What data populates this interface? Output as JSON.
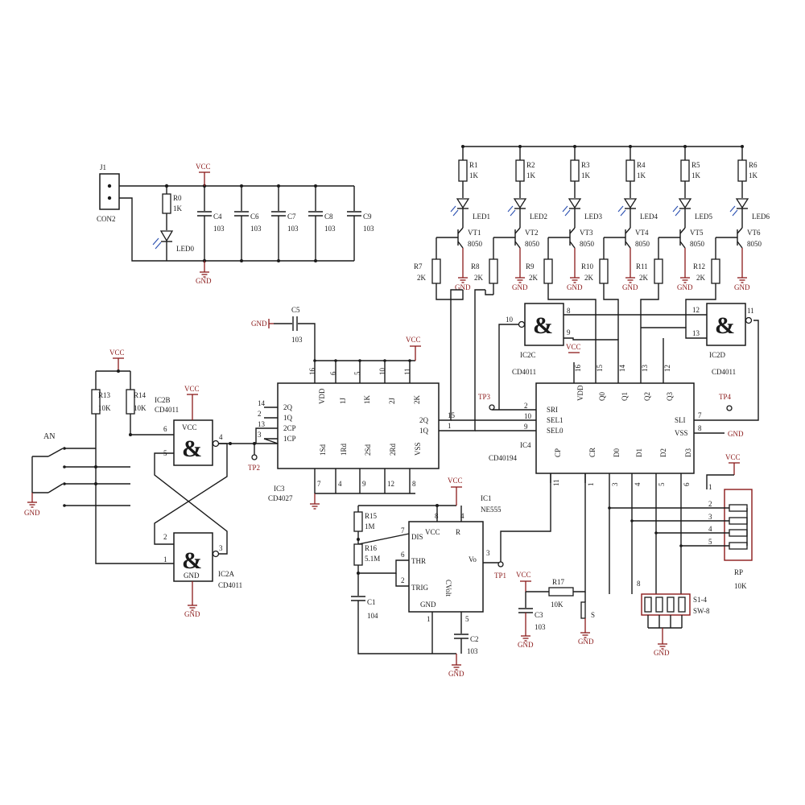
{
  "power": {
    "connector_ref": "J1",
    "connector_name": "CON2",
    "vcc": "VCC",
    "gnd": "GND",
    "r0": {
      "ref": "R0",
      "value": "1K"
    },
    "led0": "LED0",
    "caps": [
      {
        "ref": "C4",
        "value": "103"
      },
      {
        "ref": "C6",
        "value": "103"
      },
      {
        "ref": "C7",
        "value": "103"
      },
      {
        "ref": "C8",
        "value": "103"
      },
      {
        "ref": "C9",
        "value": "103"
      }
    ]
  },
  "led_drivers": [
    {
      "r": "R1",
      "rv": "1K",
      "led": "LED1",
      "vt": "VT1",
      "type": "8050",
      "rb": "R7",
      "rbv": "2K"
    },
    {
      "r": "R2",
      "rv": "1K",
      "led": "LED2",
      "vt": "VT2",
      "type": "8050",
      "rb": "R8",
      "rbv": "2K"
    },
    {
      "r": "R3",
      "rv": "1K",
      "led": "LED3",
      "vt": "VT3",
      "type": "8050",
      "rb": "R9",
      "rbv": "2K"
    },
    {
      "r": "R4",
      "rv": "1K",
      "led": "LED4",
      "vt": "VT4",
      "type": "8050",
      "rb": "R10",
      "rbv": "2K"
    },
    {
      "r": "R5",
      "rv": "1K",
      "led": "LED5",
      "vt": "VT5",
      "type": "8050",
      "rb": "R11",
      "rbv": "2K"
    },
    {
      "r": "R6",
      "rv": "1K",
      "led": "LED6",
      "vt": "VT6",
      "type": "8050",
      "rb": "R12",
      "rbv": "2K"
    }
  ],
  "debounce": {
    "switch_label": "AN",
    "r13": {
      "ref": "R13",
      "value": "10K"
    },
    "r14": {
      "ref": "R14",
      "value": "10K"
    },
    "ic2b": {
      "ref": "IC2B",
      "part": "CD4011"
    },
    "ic2a": {
      "ref": "IC2A",
      "part": "CD4011"
    },
    "pins": {
      "b_in1": "6",
      "b_in2": "5",
      "b_out": "4",
      "a_in1": "2",
      "a_in2": "1",
      "a_out": "3"
    },
    "gate_vcc": "VCC",
    "gate_gnd": "GND",
    "tp2": "TP2"
  },
  "ic3": {
    "ref": "IC3",
    "part": "CD4027",
    "c5": {
      "ref": "C5",
      "value": "103"
    },
    "top_pins": [
      "16",
      "6",
      "5",
      "10",
      "11"
    ],
    "top_labels": [
      "VDD",
      "1J",
      "1K",
      "2J",
      "2K"
    ],
    "bottom_pins": [
      "7",
      "4",
      "9",
      "12",
      "8"
    ],
    "bottom_labels": [
      "1Sd",
      "1Rd",
      "2Sd",
      "2Rd",
      "VSS"
    ],
    "left_pins": [
      "14",
      "2",
      "13",
      "3"
    ],
    "left_labels": [
      "2Q",
      "1Q",
      "2CP",
      "1CP"
    ],
    "right_pins": [
      "15",
      "1"
    ],
    "right_labels": [
      "2Q",
      "1Q"
    ]
  },
  "ic4": {
    "ref": "IC4",
    "part": "CD40194",
    "top_pins": [
      "16",
      "15",
      "14",
      "13",
      "12"
    ],
    "top_labels": [
      "VDD",
      "Q0",
      "Q1",
      "Q2",
      "Q3"
    ],
    "left_pins": [
      "2",
      "10",
      "9"
    ],
    "left_labels": [
      "SRI",
      "SEL1",
      "SEL0"
    ],
    "right_pins": [
      "7",
      "8"
    ],
    "right_labels": [
      "SLI",
      "VSS"
    ],
    "bottom_pins": [
      "11",
      "1",
      "3",
      "4",
      "5",
      "6"
    ],
    "bottom_labels": [
      "CP",
      "CR",
      "D0",
      "D1",
      "D2",
      "D3"
    ],
    "tp3": "TP3",
    "tp4": "TP4"
  },
  "ic2c": {
    "ref": "IC2C",
    "part": "CD4011",
    "pins": [
      "10",
      "8",
      "9"
    ]
  },
  "ic2d": {
    "ref": "IC2D",
    "part": "CD4011",
    "pins": [
      "12",
      "13",
      "11"
    ]
  },
  "ne555": {
    "ref": "IC1",
    "part": "NE555",
    "pins": {
      "dis": "7",
      "vcc": "8",
      "r": "4",
      "thr": "6",
      "trig": "2",
      "gnd": "1",
      "cv": "5",
      "out": "3"
    },
    "labels": {
      "dis": "DIS",
      "vcc": "VCC",
      "r": "R",
      "thr": "THR",
      "trig": "TRIG",
      "gnd": "GND",
      "cv": "CVolt",
      "out": "Vo"
    },
    "r15": {
      "ref": "R15",
      "value": "1M"
    },
    "r16": {
      "ref": "R16",
      "value": "5.1M"
    },
    "c1": {
      "ref": "C1",
      "value": "104"
    },
    "c2": {
      "ref": "C2",
      "value": "103"
    },
    "tp1": "TP1"
  },
  "reset": {
    "r17": {
      "ref": "R17",
      "value": "10K"
    },
    "c3": {
      "ref": "C3",
      "value": "103"
    },
    "s": "S"
  },
  "dip": {
    "rp": {
      "ref": "RP",
      "value": "10K"
    },
    "rp_pins": [
      "1",
      "2",
      "3",
      "4",
      "5"
    ],
    "sw_ref": "S1-4",
    "sw_part": "SW-8",
    "sw_pin": "8"
  }
}
